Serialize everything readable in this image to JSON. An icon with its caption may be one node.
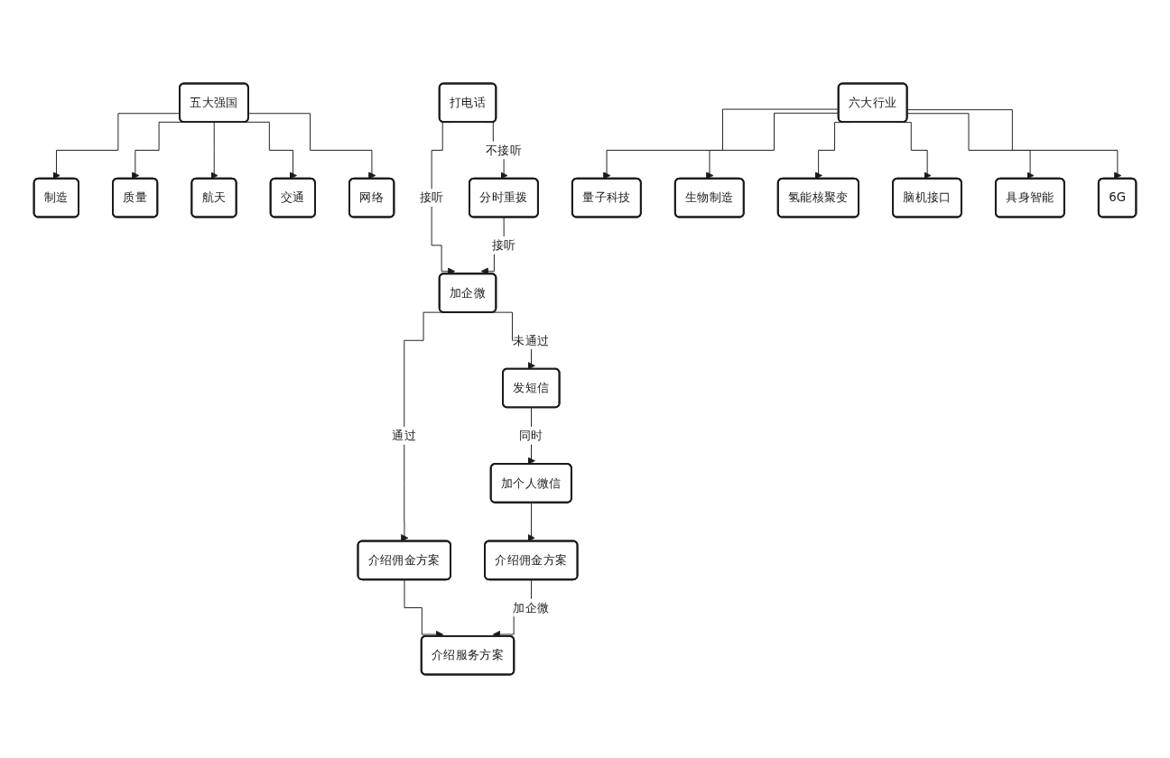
{
  "diagram": {
    "nodes": [
      {
        "text": [
          "打电话"
        ]
      },
      {
        "text": [
          "加企微"
        ]
      },
      {
        "text": [
          "分时重拨"
        ]
      },
      {
        "text": [
          "介绍佣金方案"
        ]
      },
      {
        "text": [
          "发短信"
        ]
      },
      {
        "text": [
          "加个人微信"
        ]
      },
      {
        "text": [
          "介绍佣金方案"
        ]
      },
      {
        "text": [
          "介绍服务方案"
        ]
      },
      {
        "text": [
          "五大强国"
        ]
      },
      {
        "text": [
          "制造"
        ]
      },
      {
        "text": [
          "质量"
        ]
      },
      {
        "text": [
          "航天"
        ]
      },
      {
        "text": [
          "交通"
        ]
      },
      {
        "text": [
          "网络"
        ]
      },
      {
        "text": [
          "量子科技"
        ]
      },
      {
        "text": [
          "生物制造"
        ]
      },
      {
        "text": [
          "氢能核聚变"
        ]
      },
      {
        "text": [
          "六大行业"
        ]
      },
      {
        "text": [
          "脑机接口"
        ]
      },
      {
        "text": [
          "具身智能"
        ]
      },
      {
        "text": [
          "6G"
        ]
      }
    ],
    "edges": [
      {
        "from": 0,
        "to": 1,
        "arrow": "to",
        "label": "接听"
      },
      {
        "from": 0,
        "to": 2,
        "arrow": "to",
        "label": "不接听"
      },
      {
        "from": 2,
        "to": 1,
        "arrow": "to",
        "label": "接听"
      },
      {
        "from": 1,
        "to": 3,
        "arrow": "to",
        "label": "通过"
      },
      {
        "from": 1,
        "to": 4,
        "arrow": "to",
        "label": "未通过"
      },
      {
        "from": 4,
        "to": 5,
        "arrow": "to",
        "label": "同时"
      },
      {
        "from": 5,
        "to": 6,
        "arrow": "to"
      },
      {
        "from": 3,
        "to": 7,
        "arrow": "to"
      },
      {
        "from": 6,
        "to": 7,
        "arrow": "to",
        "label": "加企微"
      },
      {
        "from": 8,
        "to": 9,
        "arrow": "to"
      },
      {
        "from": 8,
        "to": 10,
        "arrow": "to"
      },
      {
        "from": 8,
        "to": 11,
        "arrow": "to"
      },
      {
        "from": 8,
        "to": 12,
        "arrow": "to"
      },
      {
        "from": 8,
        "to": 13,
        "arrow": "to"
      },
      {
        "from": 17,
        "to": 14,
        "arrow": "to"
      },
      {
        "from": 17,
        "to": 15,
        "arrow": "to"
      },
      {
        "from": 17,
        "to": 16,
        "arrow": "to"
      },
      {
        "from": 17,
        "to": 18,
        "arrow": "to"
      },
      {
        "from": 17,
        "to": 19,
        "arrow": "to"
      },
      {
        "from": 17,
        "to": 20,
        "arrow": "to"
      }
    ]
  }
}
